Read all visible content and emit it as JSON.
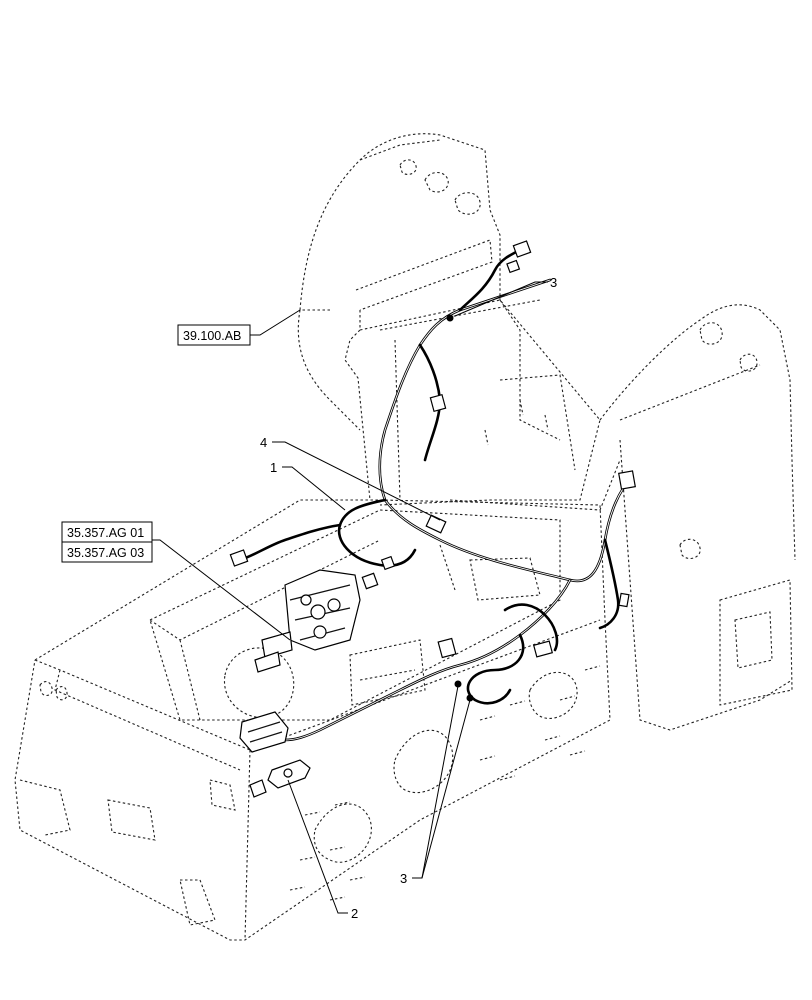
{
  "callouts": {
    "item_1": "1",
    "item_2": "2",
    "item_3_top": "3",
    "item_3_bottom": "3",
    "item_4": "4"
  },
  "references": {
    "frame_ref": "39.100.AB",
    "valve_ref_1": "35.357.AG 01",
    "valve_ref_2": "35.357.AG 03"
  }
}
